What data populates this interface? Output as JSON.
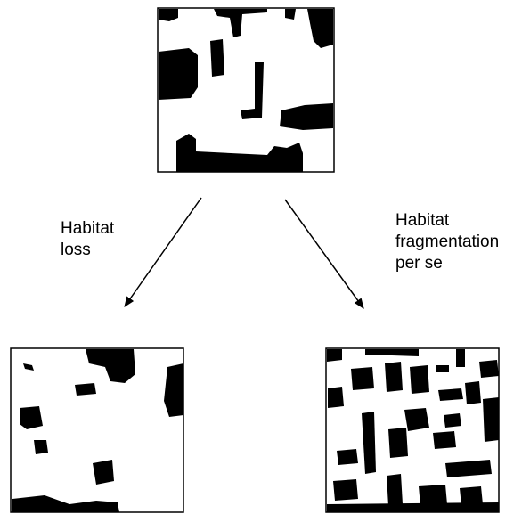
{
  "labels": {
    "habitat_loss": [
      "Habitat",
      "loss"
    ],
    "fragmentation": [
      "Habitat",
      "fragmentation",
      "per se"
    ]
  },
  "colors": {
    "habitat": "#000000",
    "background": "#ffffff",
    "frame": "#000000",
    "arrow": "#000000"
  }
}
